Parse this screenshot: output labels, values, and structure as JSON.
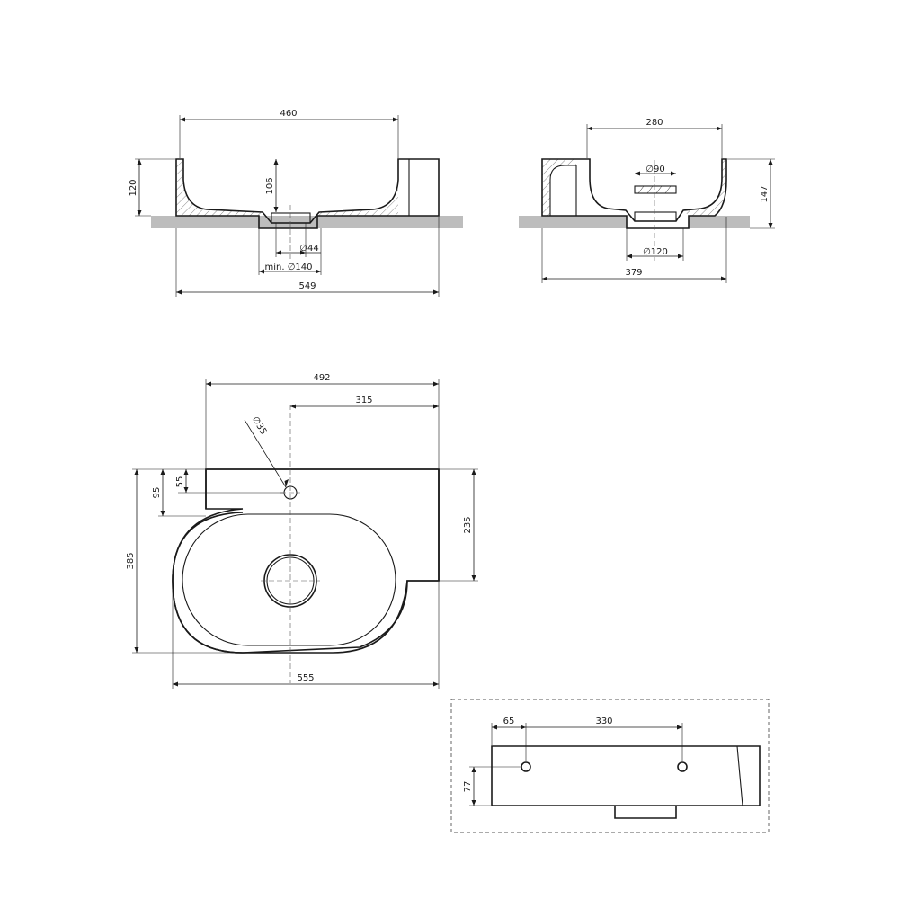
{
  "colors": {
    "line": "#1a1a1a",
    "countertop": "#bdbdbd",
    "background": "#ffffff"
  },
  "front_view": {
    "width_top": "460",
    "height_total": "120",
    "bowl_depth": "106",
    "drain_diameter": "∅44",
    "min_cutout": "min. ∅140",
    "width_total": "549"
  },
  "side_view": {
    "width_top": "280",
    "overflow_diameter": "∅90",
    "height_total": "147",
    "drain_diameter": "∅120",
    "depth_total": "379"
  },
  "top_view": {
    "width_deck": "492",
    "tap_offset": "315",
    "tap_hole_diameter": "∅35",
    "tap_from_back_1": "55",
    "tap_from_back_2": "95",
    "depth_total": "385",
    "deck_depth": "235",
    "width_total": "555"
  },
  "detail_view": {
    "hole_left_offset": "65",
    "hole_spacing": "330",
    "hole_height": "77"
  }
}
